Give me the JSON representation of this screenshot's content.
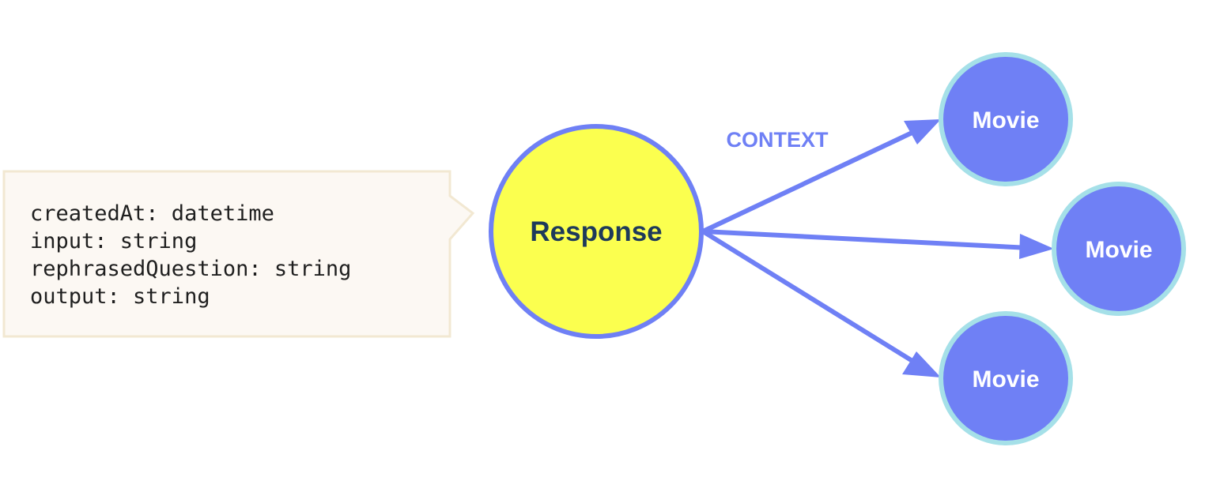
{
  "colors": {
    "edge": "#6f80f5",
    "response_fill": "#fbff4f",
    "response_stroke": "#6f80f5",
    "response_text": "#1e3a5a",
    "movie_fill": "#6f80f5",
    "movie_stroke": "#a5e0e8",
    "movie_text": "#ffffff",
    "callout_fill": "#fcf8f3",
    "callout_stroke": "#f2e8d2"
  },
  "callout": {
    "lines": [
      "createdAt: datetime",
      "input: string",
      "rephrasedQuestion: string",
      "output: string"
    ]
  },
  "nodes": {
    "response": {
      "label": "Response"
    },
    "movies": [
      {
        "label": "Movie"
      },
      {
        "label": "Movie"
      },
      {
        "label": "Movie"
      }
    ]
  },
  "relationship": {
    "label": "CONTEXT"
  }
}
